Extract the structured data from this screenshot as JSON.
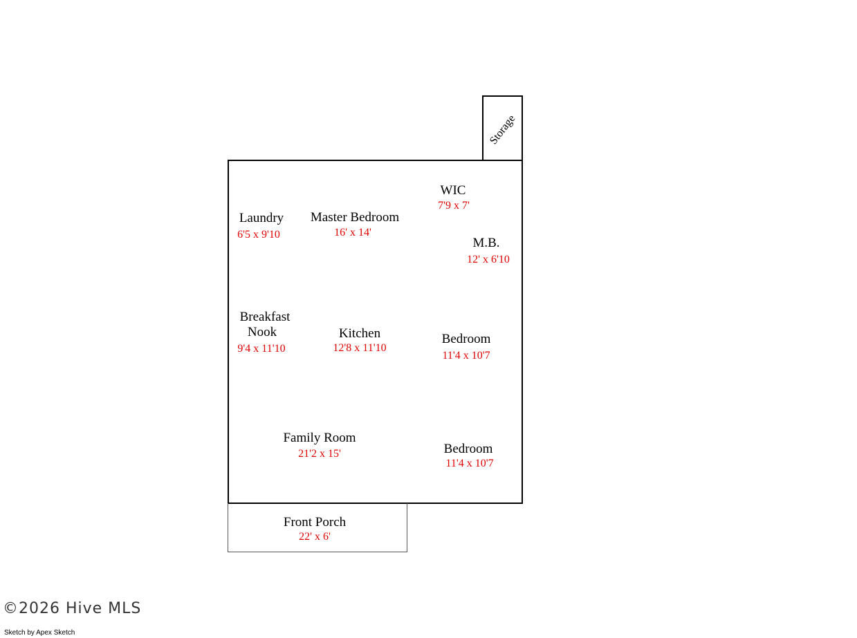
{
  "rooms": {
    "storage": {
      "name": "Storage"
    },
    "wic": {
      "name": "WIC",
      "dims": "7'9 x 7'"
    },
    "laundry": {
      "name": "Laundry",
      "dims": "6'5 x 9'10"
    },
    "master_bedroom": {
      "name": "Master Bedroom",
      "dims": "16' x 14'"
    },
    "mb": {
      "name": "M.B.",
      "dims": "12' x 6'10"
    },
    "breakfast_nook": {
      "name_line1": "Breakfast",
      "name_line2": "Nook",
      "dims": "9'4 x 11'10"
    },
    "kitchen": {
      "name": "Kitchen",
      "dims": "12'8 x 11'10"
    },
    "bedroom1": {
      "name": "Bedroom",
      "dims": "11'4 x 10'7"
    },
    "family_room": {
      "name": "Family Room",
      "dims": "21'2 x 15'"
    },
    "bedroom2": {
      "name": "Bedroom",
      "dims": "11'4 x 10'7"
    },
    "front_porch": {
      "name": "Front Porch",
      "dims": "22' x 6'"
    }
  },
  "footer": {
    "copyright": "©2026 Hive MLS",
    "credit": "Sketch by Apex Sketch"
  },
  "colors": {
    "outline": "#000000",
    "dimension_text": "#e00000"
  }
}
